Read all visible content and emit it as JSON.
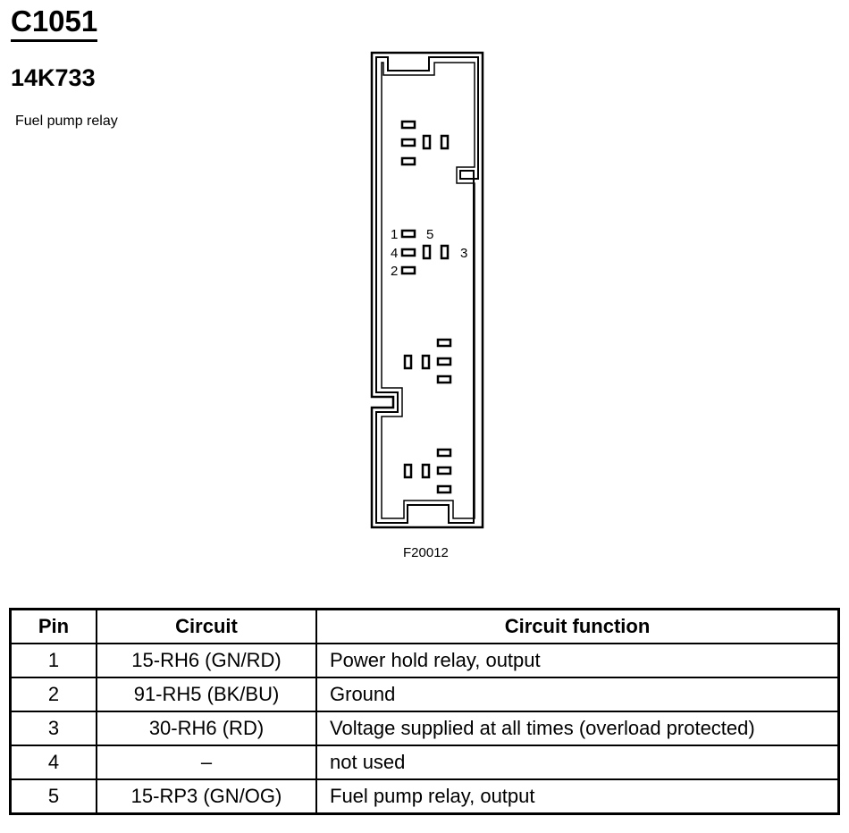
{
  "header": {
    "connector_id": "C1051",
    "part_number": "14K733",
    "component_name": "Fuel pump relay"
  },
  "diagram": {
    "figure_id": "F20012",
    "pin_labels": [
      "1",
      "5",
      "4",
      "3",
      "2"
    ]
  },
  "table": {
    "headers": {
      "pin": "Pin",
      "circuit": "Circuit",
      "function": "Circuit function"
    },
    "rows": [
      {
        "pin": "1",
        "circuit": "15-RH6 (GN/RD)",
        "function": "Power hold relay, output"
      },
      {
        "pin": "2",
        "circuit": "91-RH5 (BK/BU)",
        "function": "Ground"
      },
      {
        "pin": "3",
        "circuit": "30-RH6 (RD)",
        "function": "Voltage supplied at all times (overload protected)"
      },
      {
        "pin": "4",
        "circuit": "–",
        "function": "not used"
      },
      {
        "pin": "5",
        "circuit": "15-RP3 (GN/OG)",
        "function": "Fuel pump relay, output"
      }
    ]
  }
}
